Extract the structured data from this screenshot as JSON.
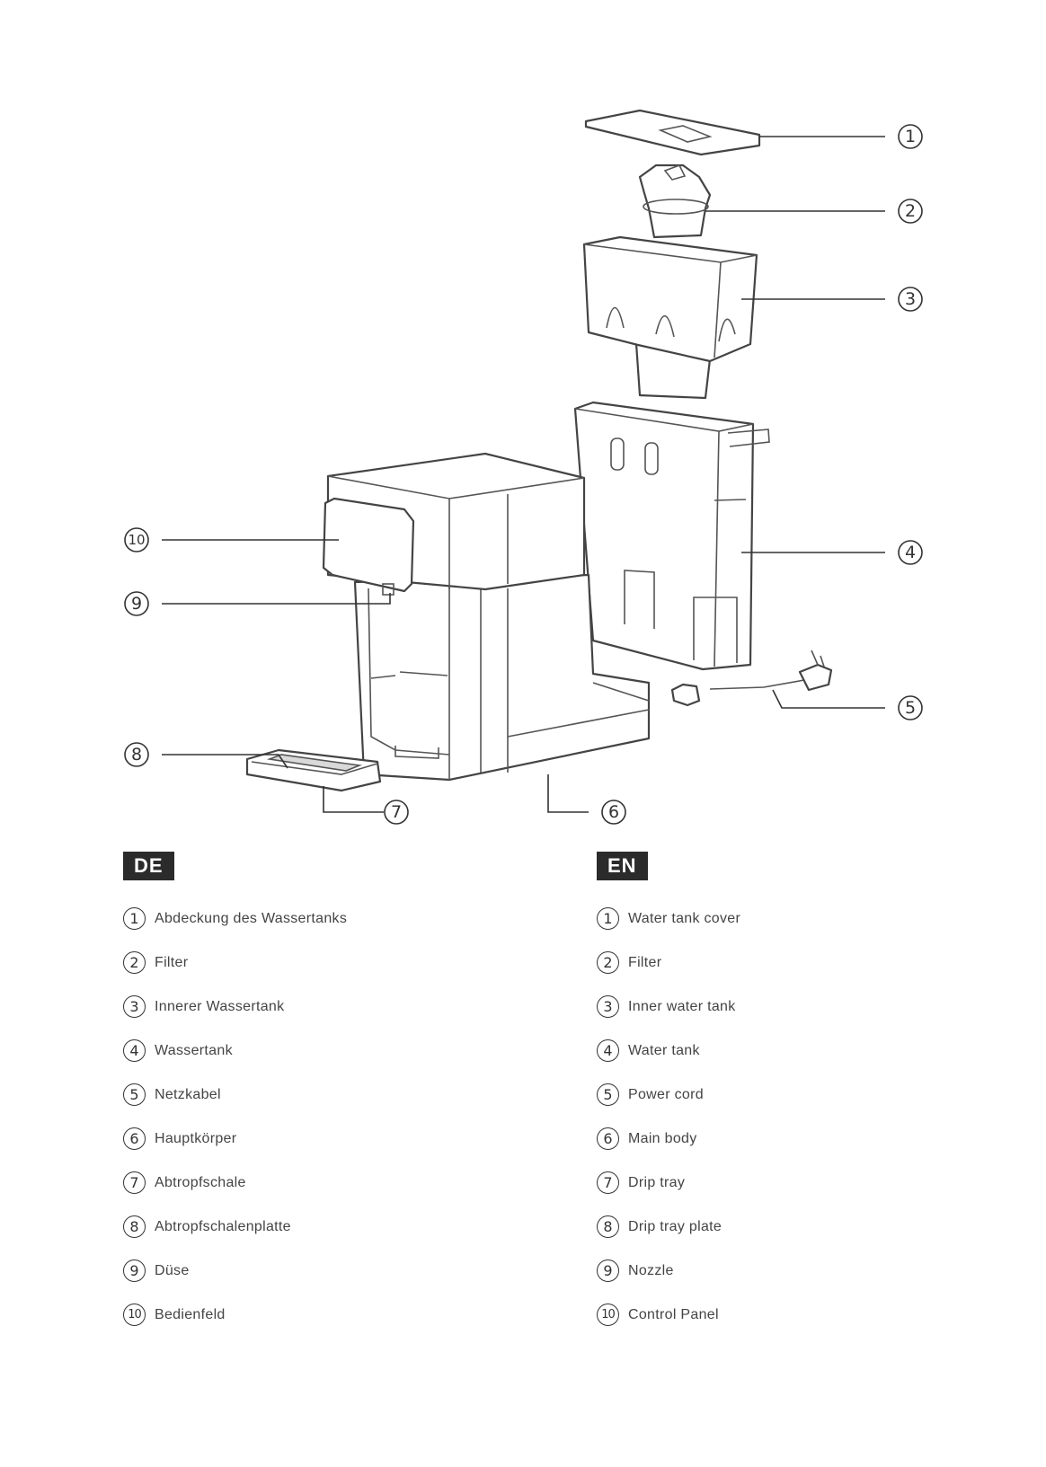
{
  "callouts": [
    "1",
    "2",
    "3",
    "4",
    "5",
    "6",
    "7",
    "8",
    "9",
    "10"
  ],
  "legend_de": {
    "tag": "DE",
    "items": [
      {
        "num": "1",
        "label": "Abdeckung des Wassertanks"
      },
      {
        "num": "2",
        "label": "Filter"
      },
      {
        "num": "3",
        "label": "Innerer Wassertank"
      },
      {
        "num": "4",
        "label": "Wassertank"
      },
      {
        "num": "5",
        "label": "Netzkabel"
      },
      {
        "num": "6",
        "label": "Hauptkörper"
      },
      {
        "num": "7",
        "label": "Abtropfschale"
      },
      {
        "num": "8",
        "label": "Abtropfschalenplatte"
      },
      {
        "num": "9",
        "label": "Düse"
      },
      {
        "num": "10",
        "label": "Bedienfeld"
      }
    ]
  },
  "legend_en": {
    "tag": "EN",
    "items": [
      {
        "num": "1",
        "label": "Water tank cover"
      },
      {
        "num": "2",
        "label": "Filter"
      },
      {
        "num": "3",
        "label": "Inner water tank"
      },
      {
        "num": "4",
        "label": "Water tank"
      },
      {
        "num": "5",
        "label": "Power cord"
      },
      {
        "num": "6",
        "label": "Main body"
      },
      {
        "num": "7",
        "label": "Drip tray"
      },
      {
        "num": "8",
        "label": "Drip tray plate"
      },
      {
        "num": "9",
        "label": "Nozzle"
      },
      {
        "num": "10",
        "label": "Control Panel"
      }
    ]
  }
}
